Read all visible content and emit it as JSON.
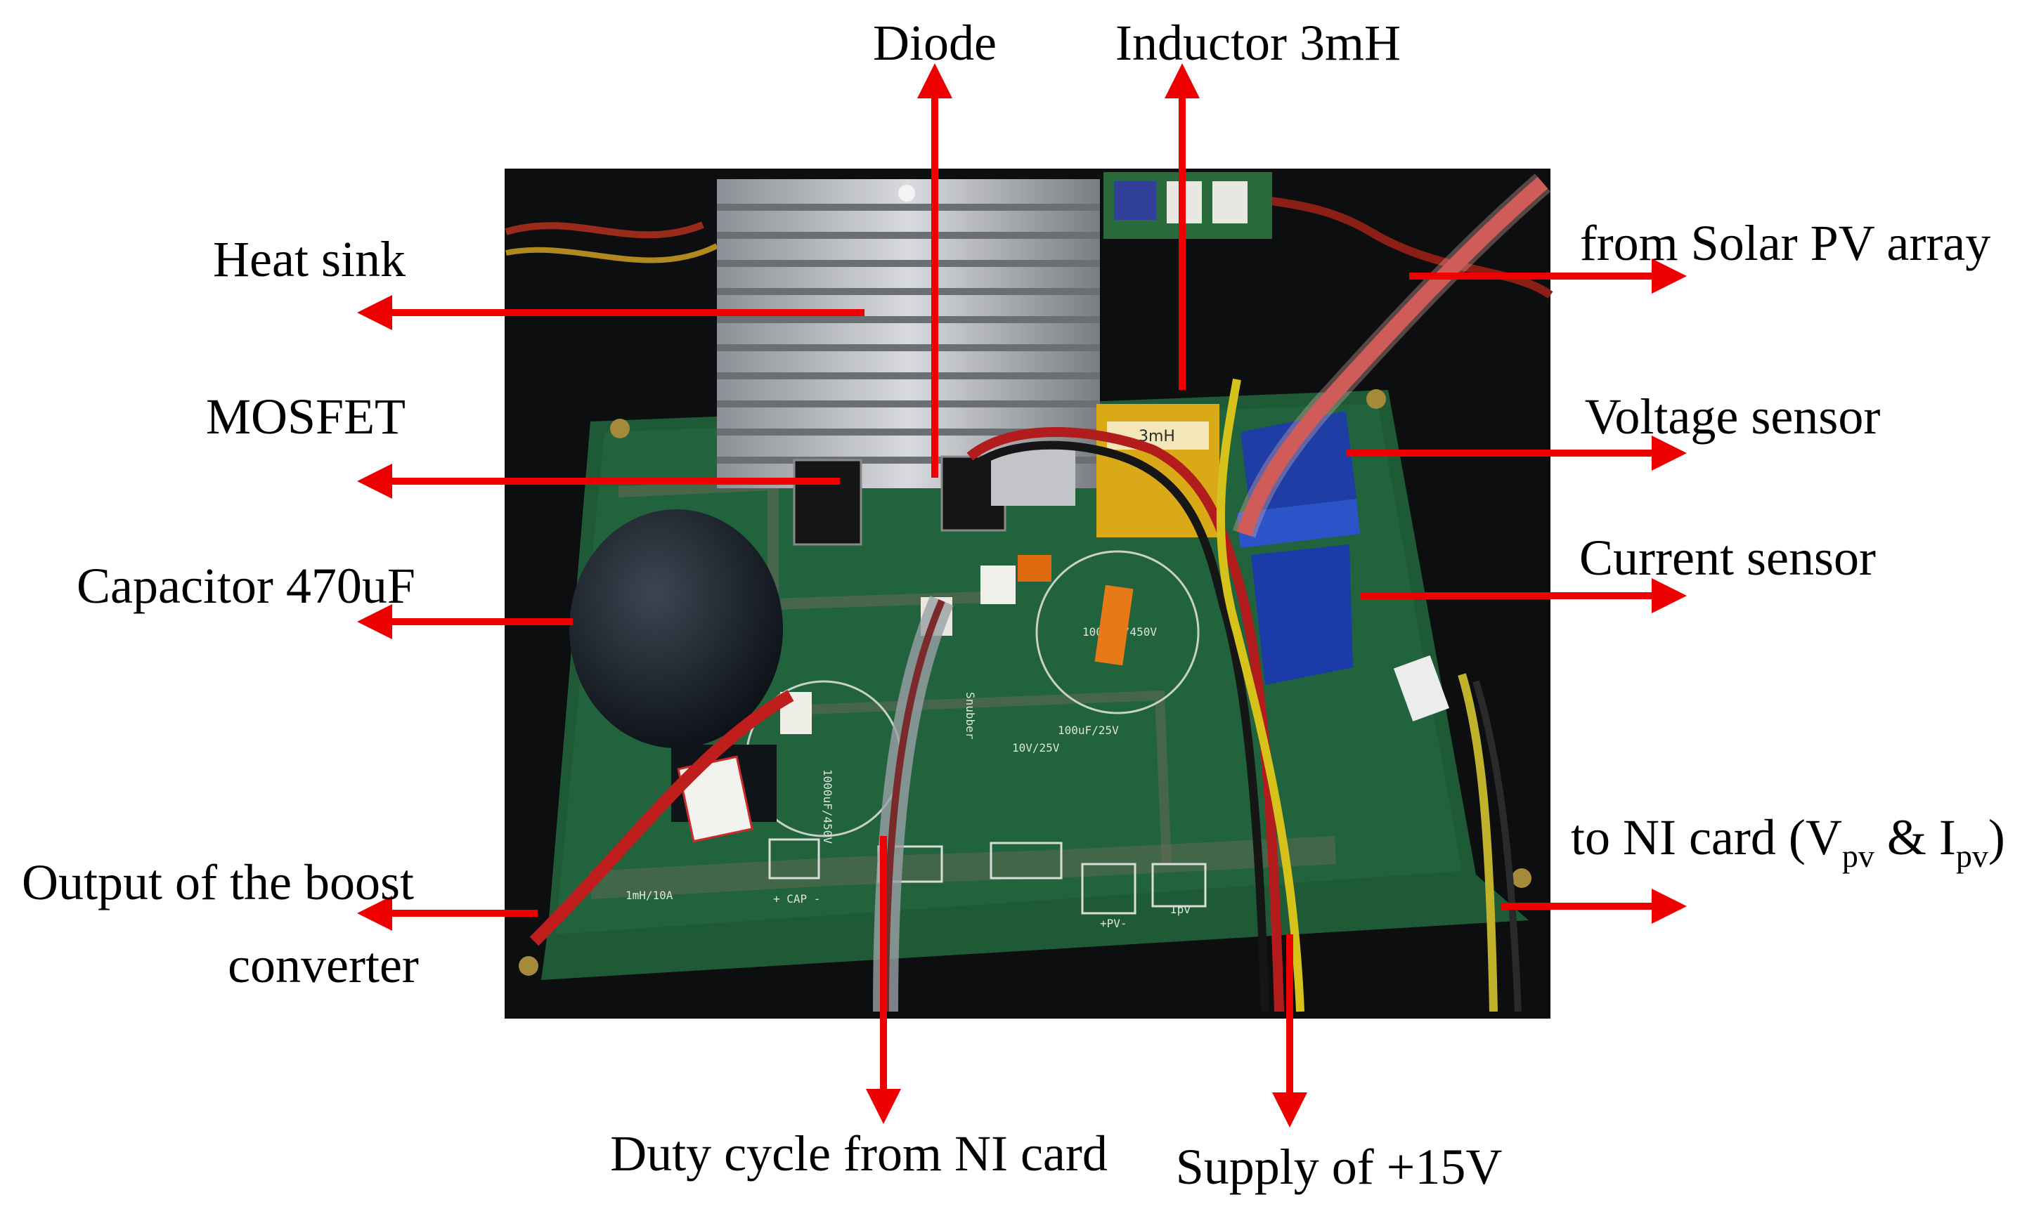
{
  "labels": {
    "diode": "Diode",
    "inductor": "Inductor 3mH",
    "heat_sink": "Heat sink",
    "mosfet": "MOSFET",
    "capacitor": "Capacitor 470uF",
    "output_line1": "Output of the boost",
    "output_line2": "converter",
    "duty_cycle": "Duty cycle from NI card",
    "supply": "Supply of +15V",
    "from_pv": "from Solar PV array",
    "voltage_sensor": "Voltage sensor",
    "current_sensor": "Current sensor",
    "ni_card_prefix": "to NI card (V",
    "ni_card_sub1": "pv",
    "ni_card_mid": " & I",
    "ni_card_sub2": "pv",
    "ni_card_suffix": ")"
  },
  "board_markings": {
    "cap_label": "1000uF/450V",
    "cap2_label": "1000uF/450V",
    "small_cap": "100uF/25V",
    "snubber": "Snubber",
    "regulator": "10V/25V",
    "inductor_tag": "3mH",
    "bottom_label": "1mH/10A",
    "pv_terminal": "+PV-",
    "cap_terminal": "+ CAP -",
    "ipv_terminal": "Ipv"
  },
  "colors": {
    "arrow": "#ee0000",
    "text": "#000000",
    "pcb": "#1f5a36",
    "background": "#ffffff"
  }
}
